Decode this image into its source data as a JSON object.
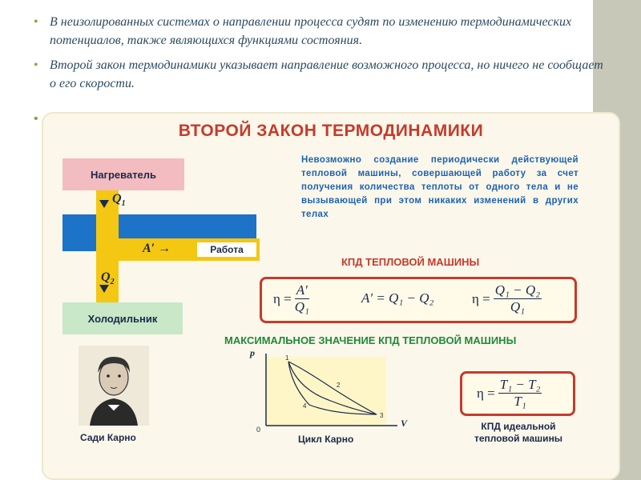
{
  "bullets": [
    "В неизолированных системах о направлении процесса судят по изменению термодинамических потенциалов, также являющихся функциями состояния.",
    "Второй закон термодинамики указывает направление возможного процесса, но ничего не сообщает о его скорости."
  ],
  "bullet_symbol": "•",
  "poster": {
    "title": "ВТОРОЙ ЗАКОН ТЕРМОДИНАМИКИ",
    "heater": "Нагреватель",
    "cooler": "Холодильник",
    "work": "Работа",
    "q1": "Q",
    "q1_sub": "1",
    "q2": "Q",
    "q2_sub": "2",
    "a_prime": "A′",
    "statement": "Невозможно создание периодически действующей тепловой машины, совершающей работу за счет получения количества теплоты от одного тела и не вызывающей при этом никаких изменений в других телах",
    "kpd_heading": "КПД ТЕПЛОВОЙ МАШИНЫ",
    "formula1": {
      "lhs": "η =",
      "num": "A′",
      "den": "Q₁"
    },
    "formula2": "A′ = Q₁ − Q₂",
    "formula3": {
      "lhs": "η =",
      "num": "Q₁ − Q₂",
      "den": "Q₁"
    },
    "max_heading": "МАКСИМАЛЬНОЕ ЗНАЧЕНИЕ КПД ТЕПЛОВОЙ МАШИНЫ",
    "portrait_caption": "Сади Карно",
    "cycle_caption": "Цикл Карно",
    "cycle_axis_p": "p",
    "cycle_axis_v": "V",
    "cycle_origin": "0",
    "ideal_formula": {
      "lhs": "η =",
      "num": "T₁ − T₂",
      "den": "T₁"
    },
    "ideal_caption": "КПД идеальной тепловой машины"
  },
  "colors": {
    "accent_red": "#c63a2c",
    "accent_green": "#1e8a3a",
    "accent_blue": "#1d63b3",
    "bullet": "#8aa14a"
  }
}
